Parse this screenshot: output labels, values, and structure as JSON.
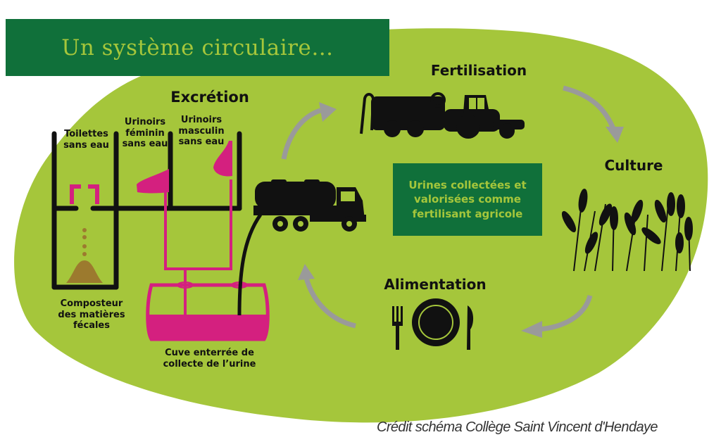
{
  "title": "Un système circulaire…",
  "stages": {
    "excretion": "Excrétion",
    "fertilisation": "Fertilisation",
    "culture": "Culture",
    "alimentation": "Alimentation"
  },
  "excretion_components": {
    "toilets": "Toilettes\nsans eau",
    "female_urinals": "Urinoirs\nféminin\nsans eau",
    "male_urinals": "Urinoirs\nmasculin\nsans eau",
    "composter": "Composteur\ndes matières\nfécales",
    "tank": "Cuve enterrée de\ncollecte de l’urine"
  },
  "info_box": "Urines collectées et\nvalorisées comme\nfertilisant agricole",
  "credit": "Crédit schéma Collège Saint Vincent d'Hendaye",
  "icons": {
    "tanker_truck": "tanker-truck-icon",
    "tractor_spreader": "tractor-spreader-icon",
    "wheat": "wheat-icon",
    "plate_cutlery": "plate-cutlery-icon",
    "cycle_arrows": "curved-arrow-icon"
  },
  "colors": {
    "background_blob": "#a5c63b",
    "dark_green": "#10703a",
    "title_text": "#a5c63b",
    "urine_pink": "#d4207f",
    "compost_brown": "#9c7a2e",
    "arrow_gray": "#9a9a9a",
    "ink": "#111111"
  }
}
